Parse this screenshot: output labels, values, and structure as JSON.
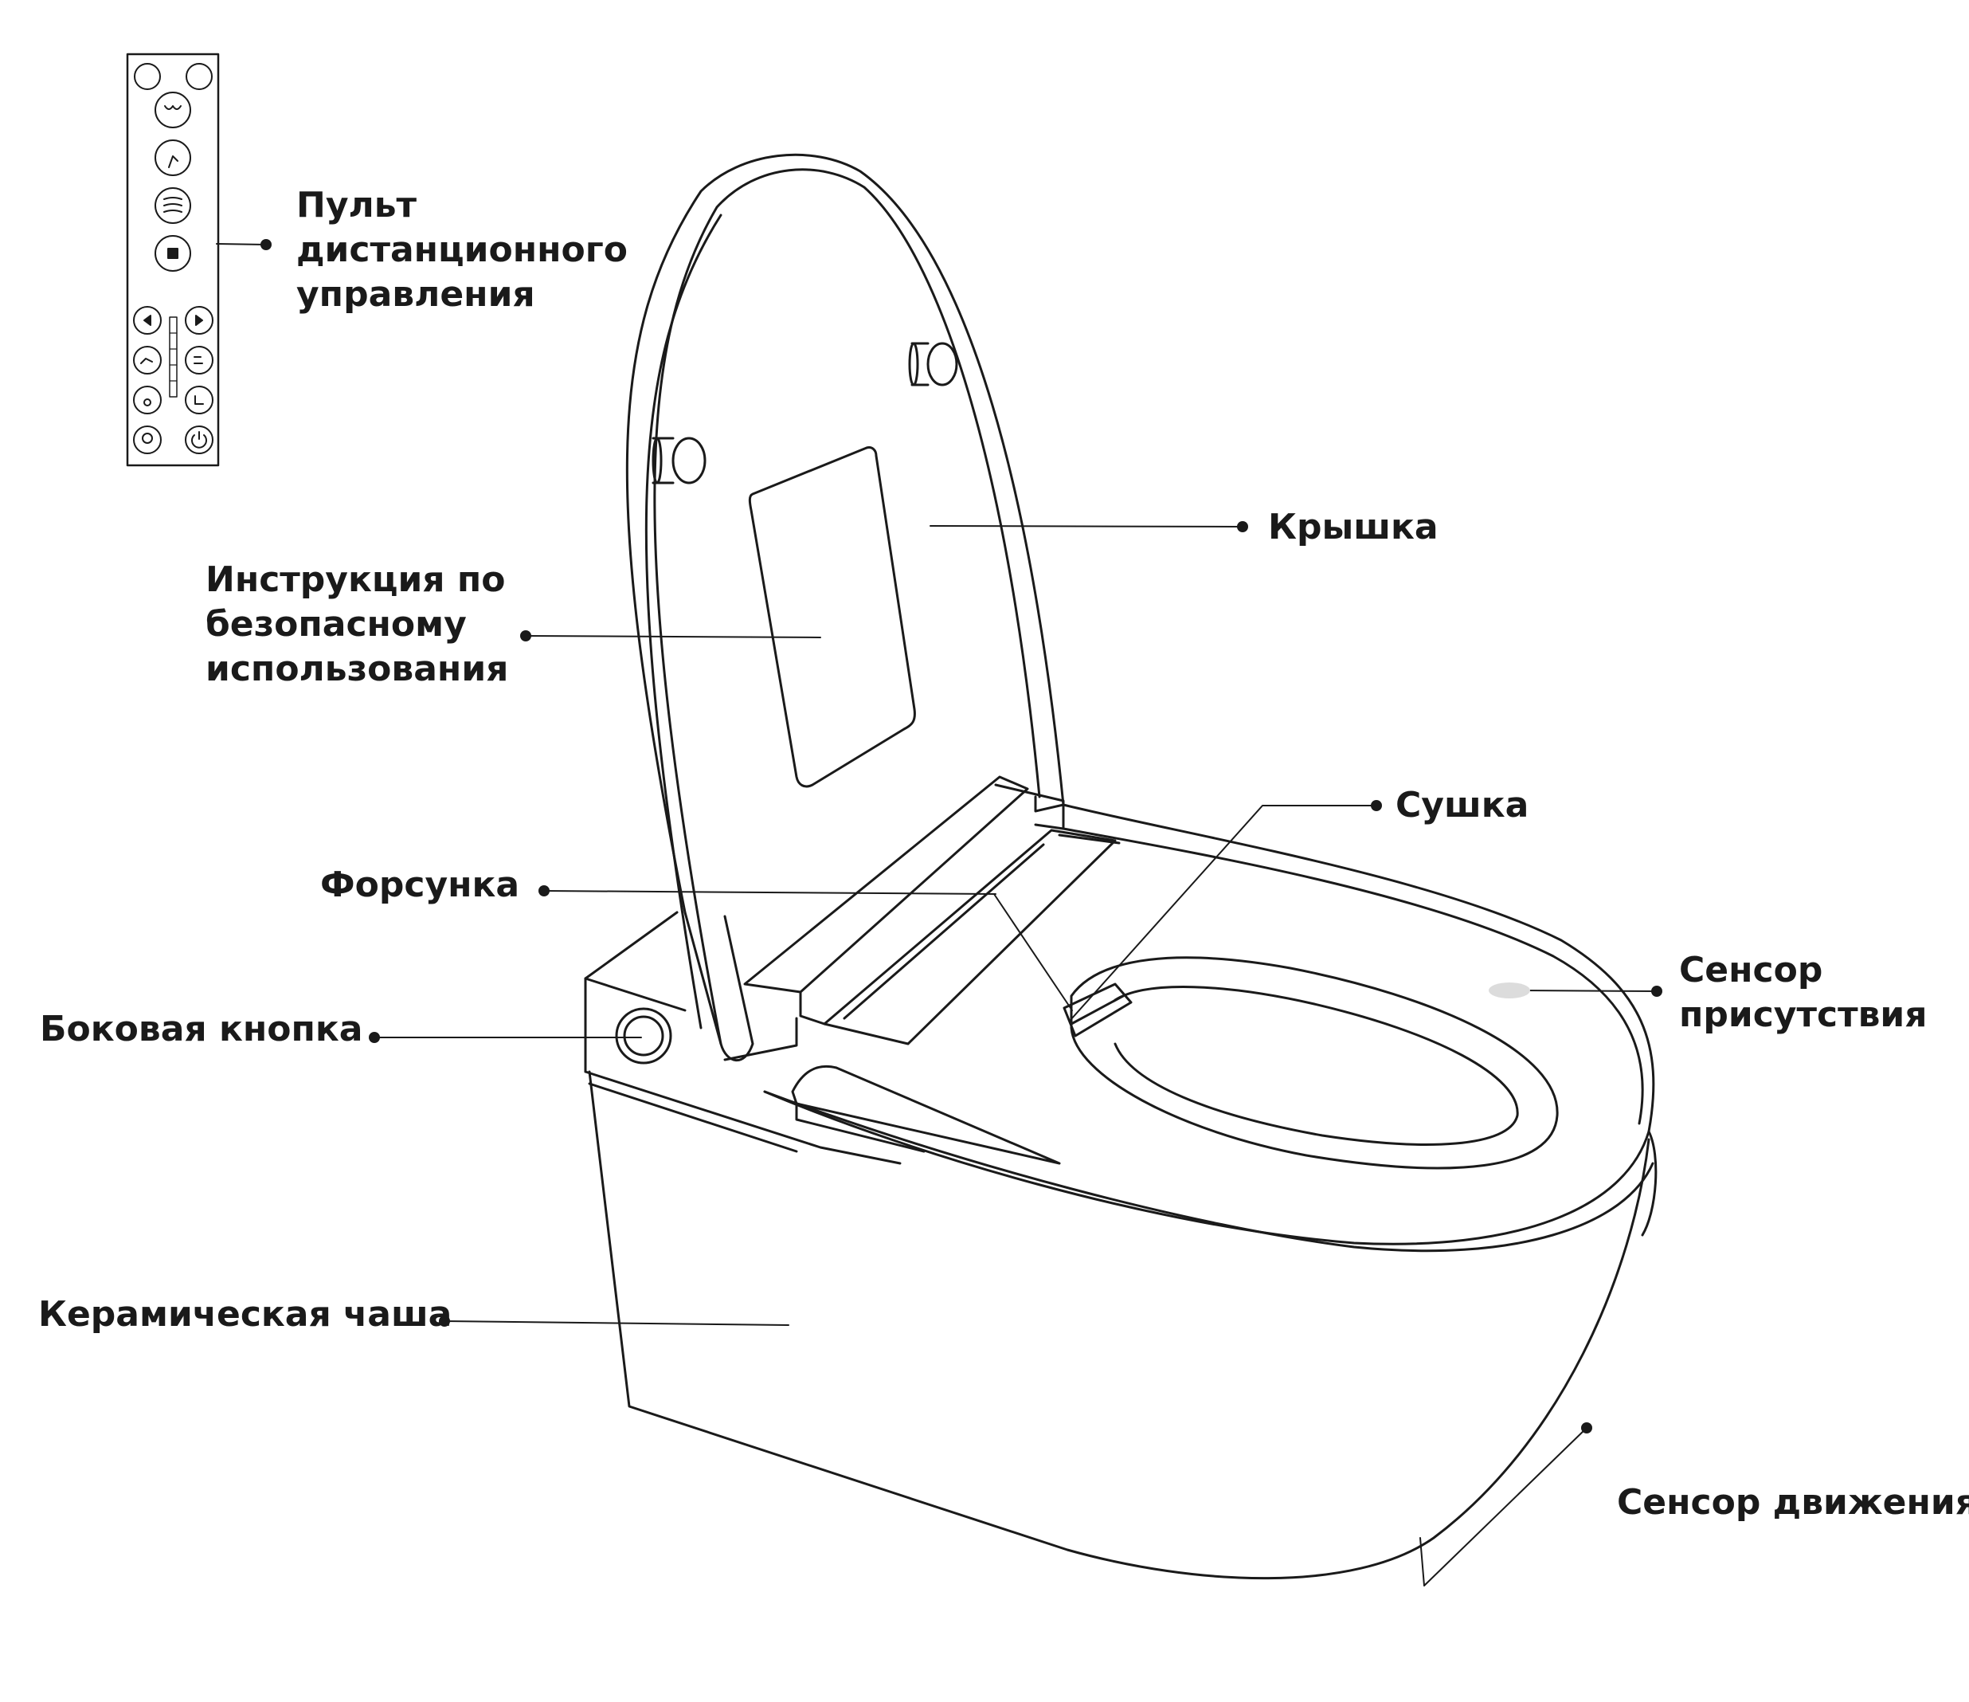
{
  "labels": {
    "remote": [
      "Пульт",
      "дистанционного",
      "управления"
    ],
    "lid": "Крышка",
    "instructions": [
      "Инструкция по",
      "безопасному",
      "использования"
    ],
    "dryer": "Сушка",
    "nozzle": "Форсунка",
    "side_button": "Боковая кнопка",
    "presence_sensor": [
      "Сенсор",
      "присутствия"
    ],
    "ceramic_bowl": "Керамическая чаша",
    "motion_sensor": "Сенсор движения"
  },
  "colors": {
    "line": "#1a1a1a",
    "background": "#ffffff",
    "sensor": "#dcdcdc"
  },
  "icons": [
    "seat-heat-icon",
    "water-temp-icon",
    "rear-wash-icon",
    "front-wash-icon",
    "dry-icon",
    "stop-icon",
    "left-arrow-icon",
    "right-arrow-icon",
    "nozzle-position-icon",
    "water-pressure-icon",
    "water-temperature-icon",
    "seat-temperature-icon",
    "light-icon",
    "power-icon"
  ]
}
